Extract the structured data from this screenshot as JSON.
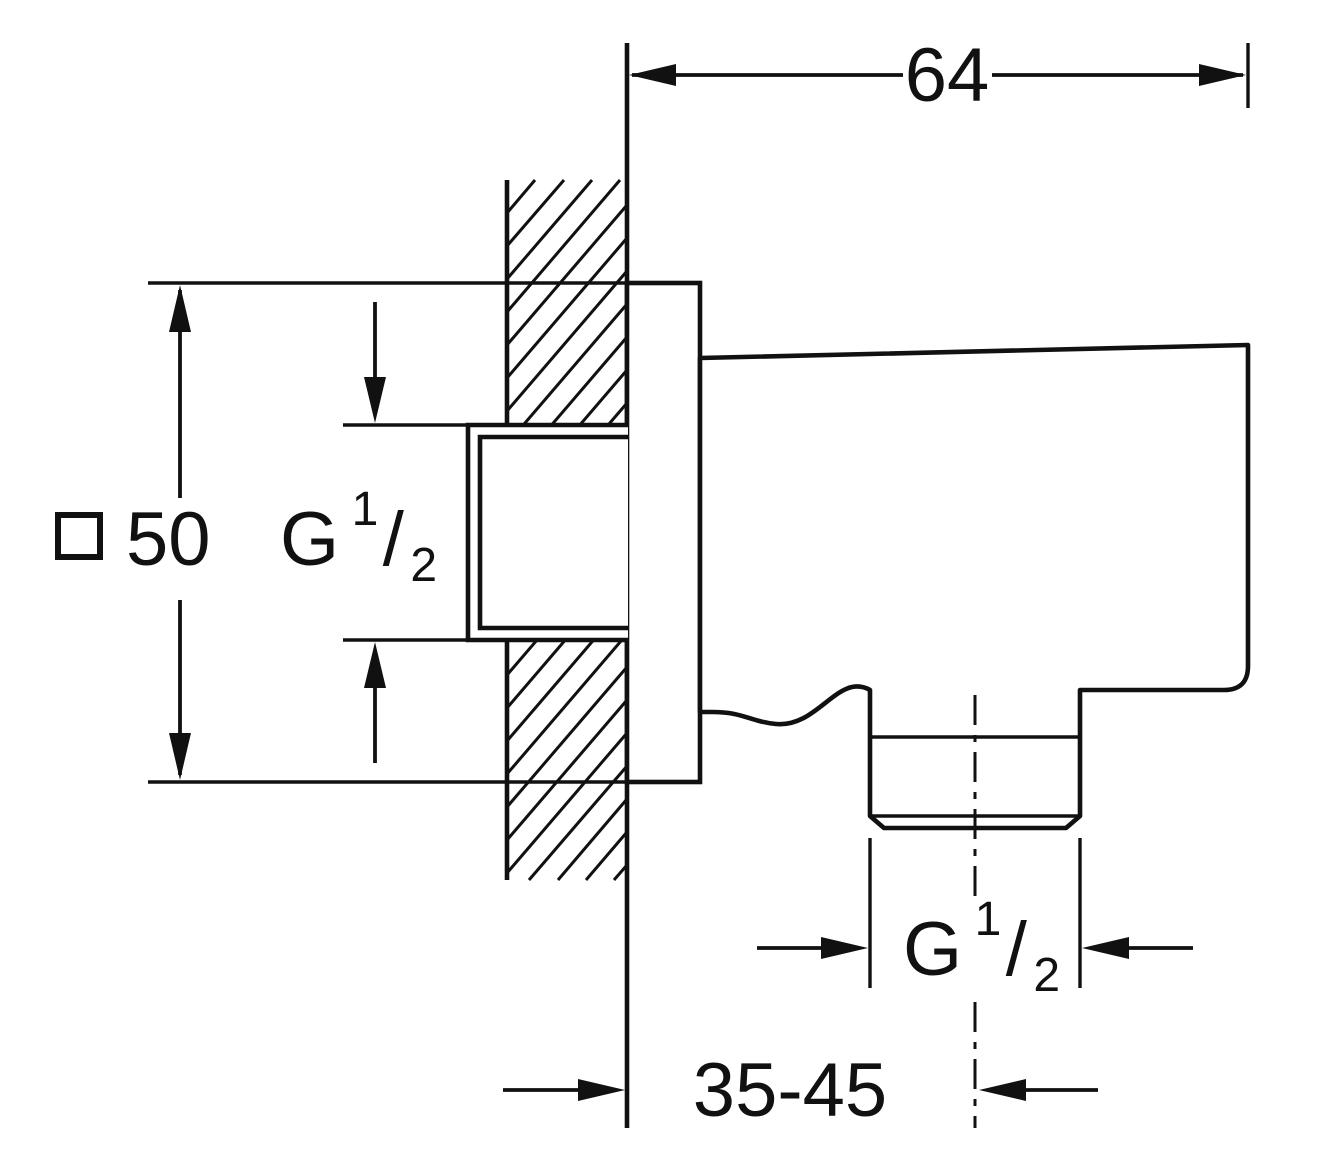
{
  "drawing": {
    "kind": "technical-dimension-drawing",
    "colors": {
      "line": "#111111",
      "background": "#ffffff"
    },
    "top_dimension": {
      "value": "64"
    },
    "left_dimension": {
      "square_symbol": "□",
      "value": "50"
    },
    "inlet_thread_label": {
      "letter": "G",
      "numerator": "1",
      "slash": "/",
      "denominator": "2"
    },
    "outlet_thread_label": {
      "letter": "G",
      "numerator": "1",
      "slash": "/",
      "denominator": "2"
    },
    "bottom_dimension": {
      "value": "35-45"
    },
    "icons": {
      "square_dimension_symbol": "□"
    }
  }
}
